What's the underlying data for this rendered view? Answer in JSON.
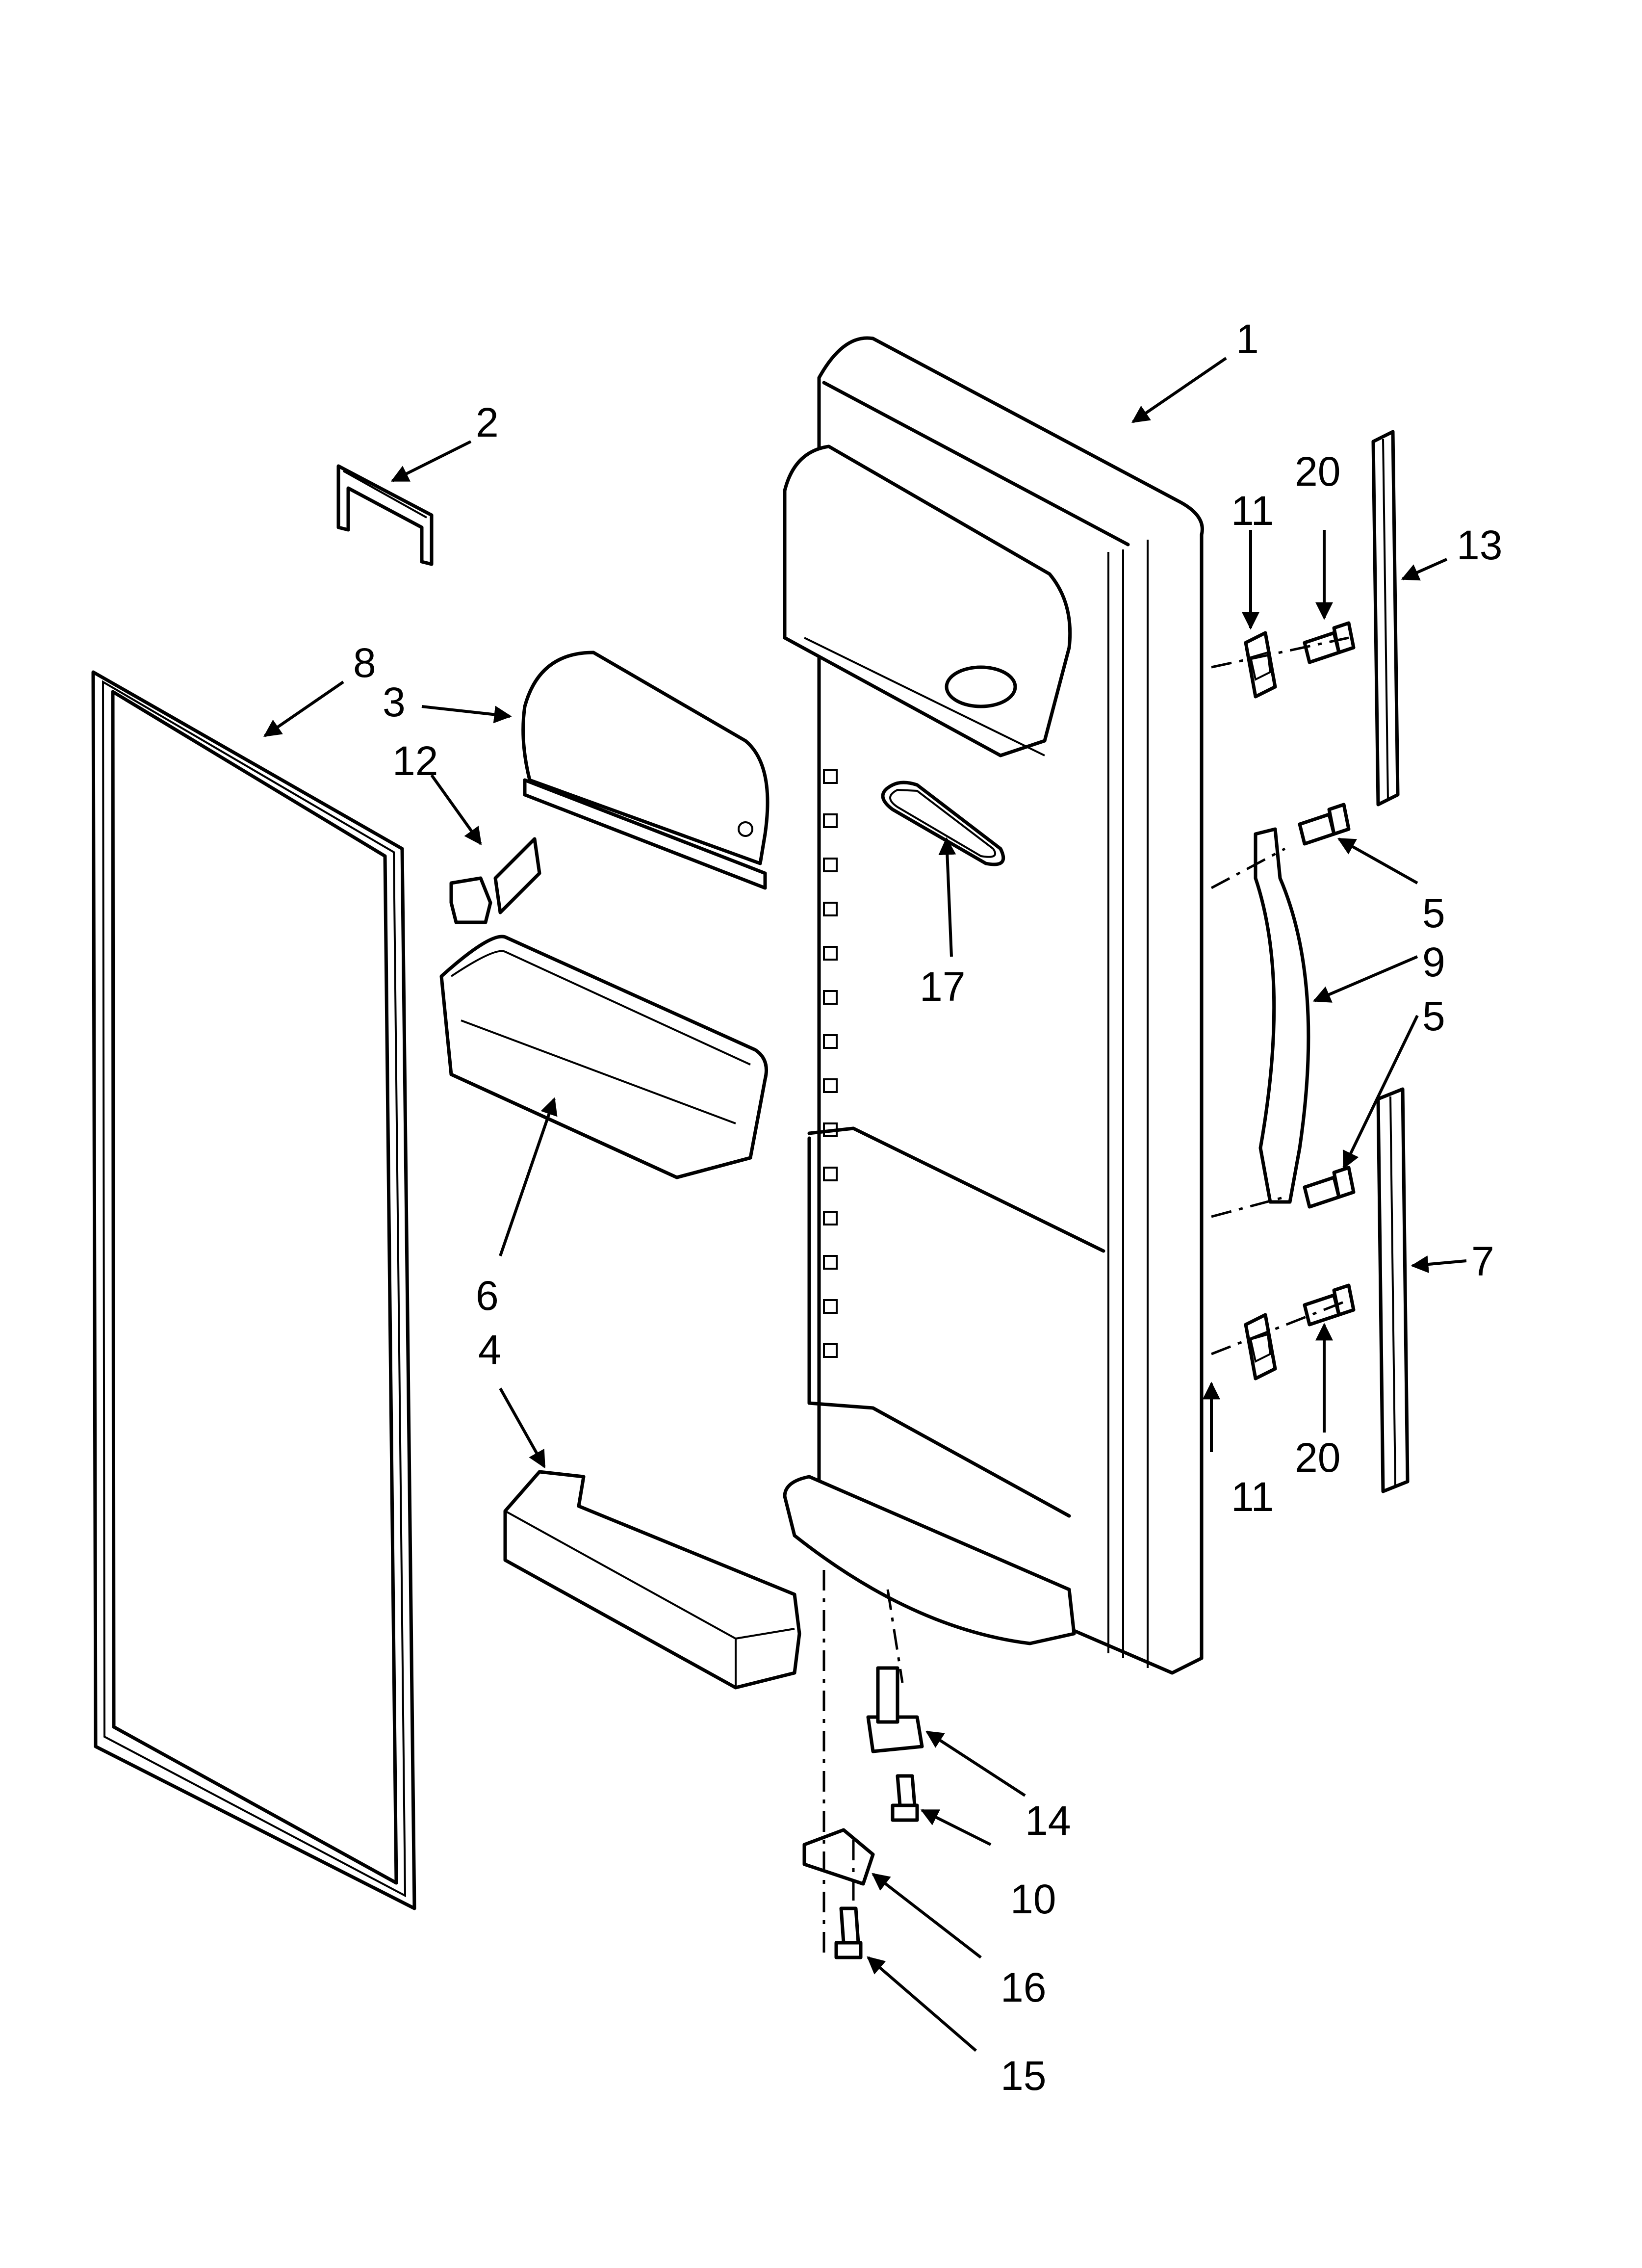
{
  "callouts": {
    "c1": "1",
    "c2": "2",
    "c3": "3",
    "c4": "4",
    "c5a": "5",
    "c5b": "5",
    "c6": "6",
    "c7": "7",
    "c8": "8",
    "c9": "9",
    "c10": "10",
    "c11a": "11",
    "c11b": "11",
    "c12": "12",
    "c13": "13",
    "c14": "14",
    "c15": "15",
    "c16": "16",
    "c17": "17",
    "c20a": "20",
    "c20b": "20"
  }
}
